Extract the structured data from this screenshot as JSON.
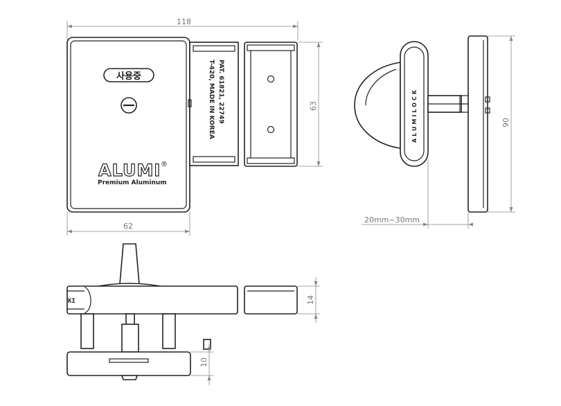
{
  "dimensions": {
    "width_top": "118",
    "width_bottom": "62",
    "height_right": "63",
    "height_side": "90",
    "range_label": "20mm~30mm",
    "thickness_handle": "14",
    "thickness_base": "10"
  },
  "front_view": {
    "status_label": "사용중",
    "brand": "ALUMI",
    "registered_mark": "®",
    "brand_tagline": "Premium Aluminum",
    "patent_line1": "PAT. 61821, 22749",
    "patent_line2": "T-420, MADE IN KOREA"
  },
  "side_view": {
    "vertical_brand": "ALUMILOCK"
  },
  "top_view": {
    "edge_text": "KI"
  },
  "colors": {
    "line": "#222222",
    "dimension": "#888888",
    "background": "#ffffff"
  }
}
